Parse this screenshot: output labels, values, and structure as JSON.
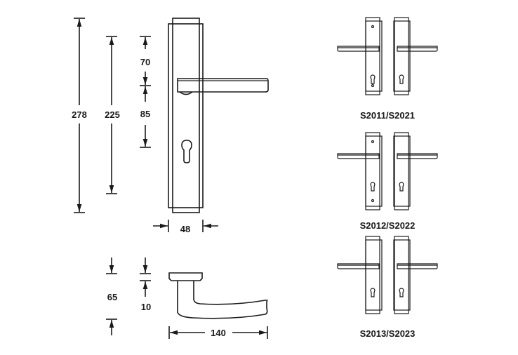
{
  "dimensions": {
    "overall_height": "278",
    "plate_height": "225",
    "top_to_lever": "70",
    "lever_to_cylinder": "85",
    "plate_width": "48",
    "lever_height": "65",
    "rosette_thickness": "10",
    "lever_length": "140"
  },
  "variants": [
    {
      "label": "S2011/S2021"
    },
    {
      "label": "S2012/S2022"
    },
    {
      "label": "S2013/S2023"
    }
  ],
  "colors": {
    "line": "#1a1a1a",
    "background": "#ffffff"
  }
}
